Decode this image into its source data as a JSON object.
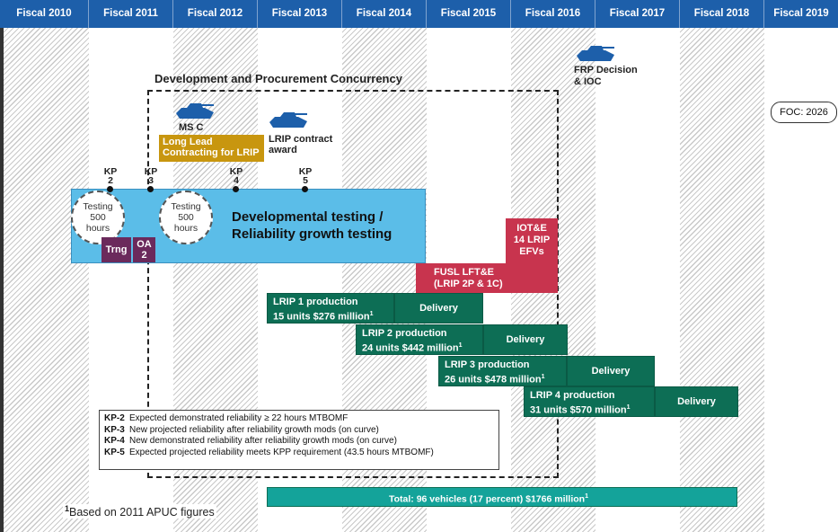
{
  "fiscal_years": [
    "Fiscal 2010",
    "Fiscal 2011",
    "Fiscal 2012",
    "Fiscal 2013",
    "Fiscal 2014",
    "Fiscal 2015",
    "Fiscal 2016",
    "Fiscal 2017",
    "Fiscal 2018",
    "Fiscal 2019"
  ],
  "concurrency_title": "Development and Procurement Concurrency",
  "ms_c": "MS C",
  "long_lead": [
    "Long Lead",
    "Contracting for LRIP"
  ],
  "lrip_award": [
    "LRIP contract",
    "award"
  ],
  "frp": [
    "FRP Decision",
    "& IOC"
  ],
  "foc": "FOC: 2026",
  "kps": [
    {
      "kp": "KP",
      "num": "2"
    },
    {
      "kp": "KP",
      "num": "3"
    },
    {
      "kp": "KP",
      "num": "4"
    },
    {
      "kp": "KP",
      "num": "5"
    }
  ],
  "testing_circles": [
    {
      "l1": "Testing",
      "l2": "500",
      "l3": "hours"
    },
    {
      "l1": "Testing",
      "l2": "500",
      "l3": "hours"
    }
  ],
  "dev_testing": [
    "Developmental testing /",
    "Reliability growth testing"
  ],
  "trng": "Trng",
  "oa": [
    "OA",
    "2"
  ],
  "iote": [
    "IOT&E",
    "14 LRIP",
    "EFVs"
  ],
  "fusl": [
    "FUSL LFT&E",
    "(LRIP 2P & 1C)"
  ],
  "lrip": [
    {
      "title": "LRIP 1 production",
      "detail": "15 units $276 million",
      "sup": "1",
      "delivery": "Delivery"
    },
    {
      "title": "LRIP 2 production",
      "detail": "24 units $442 million",
      "sup": "1",
      "delivery": "Delivery"
    },
    {
      "title": "LRIP 3 production",
      "detail": "26 units $478 million",
      "sup": "1",
      "delivery": "Delivery"
    },
    {
      "title": "LRIP 4 production",
      "detail": "31 units $570 million",
      "sup": "1",
      "delivery": "Delivery"
    }
  ],
  "legend": [
    {
      "key": "KP-2",
      "text": "Expected demonstrated reliability ≥ 22 hours MTBOMF"
    },
    {
      "key": "KP-3",
      "text": "New projected reliability after reliability growth mods (on curve)"
    },
    {
      "key": "KP-4",
      "text": "New demonstrated reliability after reliability growth mods (on curve)"
    },
    {
      "key": "KP-5",
      "text": "Expected projected reliability meets KPP requirement (43.5 hours MTBOMF)"
    }
  ],
  "total": {
    "text": "Total: 96 vehicles (17 percent) $1766 million",
    "sup": "1"
  },
  "footnote": {
    "sup": "1",
    "text": "Based on 2011 APUC figures"
  },
  "colors": {
    "header": "#1d5faa",
    "dev_box": "#5bbde8",
    "green": "#0d6e55",
    "teal": "#14a39a",
    "red": "#c8344e",
    "gold": "#c8960f",
    "purple": "#6b2a5c",
    "tank": "#1d5faa"
  },
  "icons": [
    "tank-icon"
  ]
}
